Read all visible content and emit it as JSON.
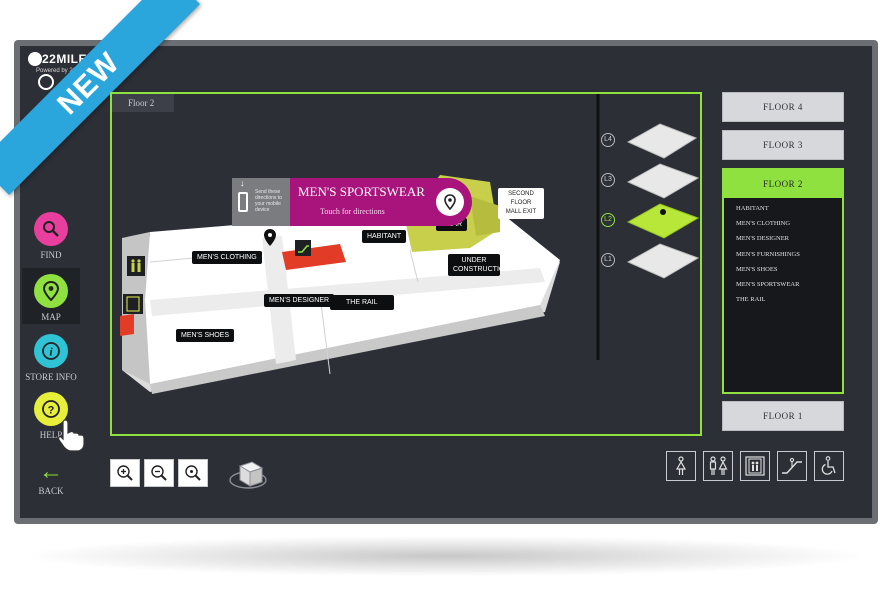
{
  "badge": {
    "text": "NEW"
  },
  "logo": {
    "name": "22MILES",
    "tagline": "Powered by 22"
  },
  "sidebar": {
    "items": [
      {
        "label": "FIND",
        "icon": "search-icon",
        "color": "#e83e9e"
      },
      {
        "label": "MAP",
        "icon": "map-pin-icon",
        "color": "#8ee13f"
      },
      {
        "label": "STORE INFO",
        "icon": "info-icon",
        "color": "#2ec4d6"
      },
      {
        "label": "HELP",
        "icon": "question-icon",
        "color": "#e7ef3a"
      }
    ],
    "back_label": "BACK"
  },
  "map": {
    "floor_tag": "Floor 2",
    "stores": {
      "mens_clothing": "MEN'S CLOTHING",
      "habitant": "HABITANT",
      "mens_designer": "MEN'S DESIGNER",
      "the_rail": "THE RAIL",
      "mens_shoes": "MEN'S SHOES",
      "under_construction": "UNDER CONSTRUCTION",
      "second_floor_exit": "SECOND FLOOR MALL EXIT",
      "wear_partial": "WEAR"
    },
    "popup": {
      "send_text": "Send these directions to your mobile device",
      "title": "MEN'S SPORTSWEAR",
      "subtitle": "Touch for directions"
    }
  },
  "levels": [
    "L4",
    "L3",
    "L2",
    "L1"
  ],
  "active_level": "L2",
  "floors": {
    "floor4": "FLOOR 4",
    "floor3": "FLOOR 3",
    "floor2": "FLOOR 2",
    "floor1": "FLOOR 1",
    "floor2_stores": [
      "HABITANT",
      "MEN'S CLOTHING",
      "MEN'S DESIGNER",
      "MEN'S FURNISHINGS",
      "MEN'S SHOES",
      "MEN'S SPORTSWEAR",
      "THE RAIL"
    ]
  },
  "zoom_controls": [
    "zoom-in-icon",
    "zoom-out-icon",
    "zoom-reset-icon"
  ],
  "amenities": [
    "womens-restroom-icon",
    "family-restroom-icon",
    "elevator-icon",
    "escalator-icon",
    "accessible-icon"
  ],
  "colors": {
    "accent": "#8ee13f",
    "popup": "#a8147c",
    "ribbon": "#2aa6dc",
    "background": "#2c2f36"
  }
}
